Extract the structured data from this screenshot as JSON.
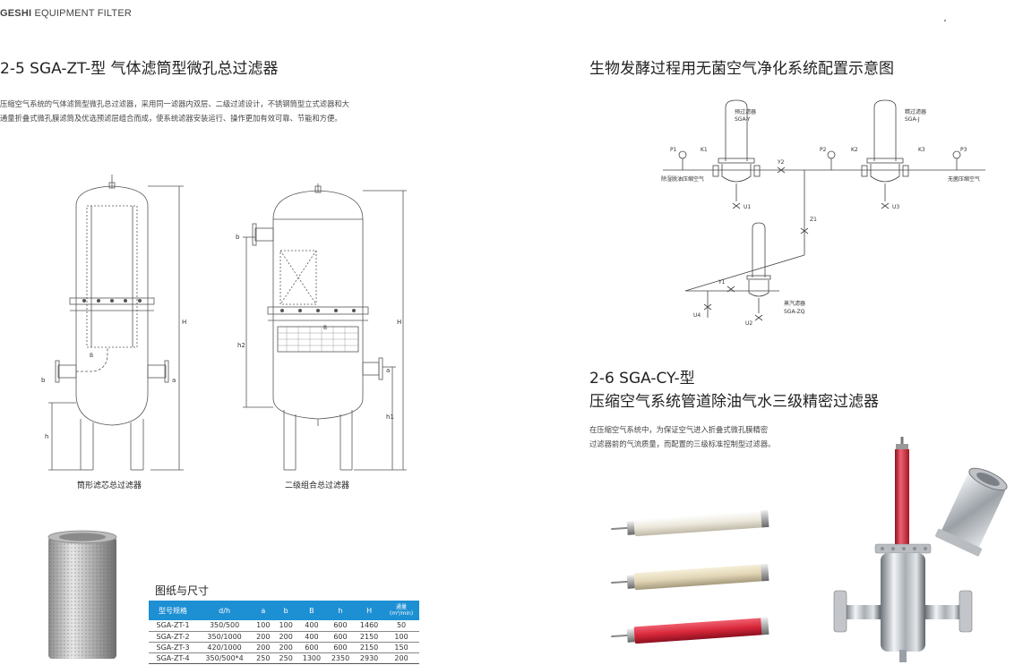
{
  "header": {
    "brand_bold": "GESHI",
    "brand_rest": " EQUIPMENT FILTER"
  },
  "left": {
    "title": "2-5 SGA-ZT-型 气体滤筒型微孔总过滤器",
    "description_line1": "压缩空气系统的气体滤筒型微孔总过滤器，采用同一滤器内双层、二级过滤设计，不锈钢筒型立式滤器和大",
    "description_line2": "通量折叠式微孔膜滤筒及优选预滤层组合而成，使系统滤器安装运行、操作更加有效可靠、节能和方便。",
    "drawing1_caption": "筒形滤芯总过滤器",
    "drawing2_caption": "二级组合总过滤器",
    "drawing1_labels": {
      "H": "H",
      "h": "h",
      "a": "a",
      "b": "b",
      "B": "B"
    },
    "drawing2_labels": {
      "H": "H",
      "h1": "h1",
      "h2": "h2",
      "b": "b",
      "a": "a",
      "B": "B"
    },
    "table_title": "图纸与尺寸",
    "table": {
      "headers": [
        "型号规格",
        "d/h",
        "a",
        "b",
        "B",
        "h",
        "H"
      ],
      "flow_header_line1": "通量",
      "flow_header_line2": "(m³/min)",
      "rows": [
        [
          "SGA-ZT-1",
          "350/500",
          "100",
          "100",
          "400",
          "600",
          "1460",
          "50"
        ],
        [
          "SGA-ZT-2",
          "350/1000",
          "200",
          "200",
          "400",
          "600",
          "2150",
          "100"
        ],
        [
          "SGA-ZT-3",
          "420/1000",
          "200",
          "200",
          "600",
          "600",
          "2150",
          "150"
        ],
        [
          "SGA-ZT-4",
          "350/500*4",
          "250",
          "250",
          "1300",
          "2350",
          "2930",
          "200"
        ]
      ]
    }
  },
  "right": {
    "diagram_title": "生物发酵过程用无菌空气净化系统配置示意图",
    "diagram_labels": {
      "prefilter_name": "预过滤器",
      "prefilter_model": "SGA-Y",
      "finefilter_name": "精过滤器",
      "finefilter_model": "SGA-J",
      "inlet": "除湿脱油压缩空气",
      "outlet": "无菌压缩空气",
      "steam_name": "蒸汽滤器",
      "steam_model": "SGA-ZQ",
      "p1": "P1",
      "p2": "P2",
      "p3": "P3",
      "k1": "K1",
      "k2": "K2",
      "k3": "K3",
      "y1": "Y1",
      "y2": "Y2",
      "z1": "Z1",
      "u1": "U1",
      "u2": "U2",
      "u3": "U3",
      "u4": "U4"
    },
    "section2_title_line1": "2-6 SGA-CY-型",
    "section2_title_line2": "压缩空气系统管道除油气水三级精密过滤器",
    "section2_desc_line1": "在压缩空气系统中，为保证空气进入折叠式微孔膜精密",
    "section2_desc_line2": "过滤器前的气流质量，而配置的三级标准控制型过滤器。"
  },
  "colors": {
    "table_header": "#1d8fd3",
    "cartridge_white": "#f1eee6",
    "cartridge_beige": "#e8ddc4",
    "cartridge_red": "#d8283a",
    "stainless": "#c8ccd0"
  }
}
